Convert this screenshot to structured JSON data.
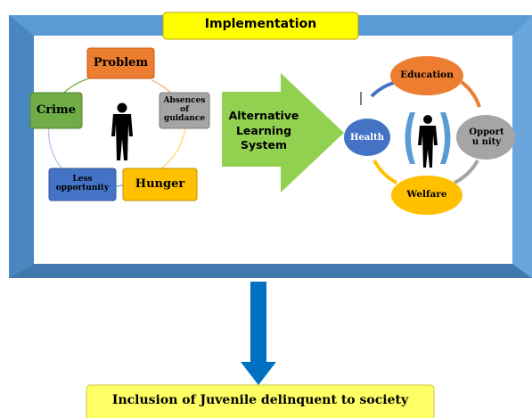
{
  "header": {
    "title": "Implementation"
  },
  "left_cycle": {
    "center_icon": "human-figure-icon",
    "nodes": {
      "problem": "Problem",
      "absences": "Absences of guidance",
      "hunger": "Hunger",
      "less_opportunity": "Less opportunity",
      "crime": "Crime"
    }
  },
  "arrow": {
    "label": "Alternative Learning System"
  },
  "right_cycle": {
    "center_icon": "human-figure-icon",
    "nodes": {
      "education": "Education",
      "opportunity": "Opport u nity",
      "welfare": "Welfare",
      "health": "Health"
    }
  },
  "footer": {
    "label": "Inclusion of Juvenile delinquent to society"
  },
  "colors": {
    "frame_blue": "#5b9bd5",
    "header_yellow": "#ffff00",
    "orange": "#ed7d31",
    "gray": "#a5a5a5",
    "amber": "#ffc000",
    "blue": "#4472c4",
    "green": "#70ad47",
    "arrow_green": "#92d050",
    "down_arrow": "#0070c0"
  }
}
